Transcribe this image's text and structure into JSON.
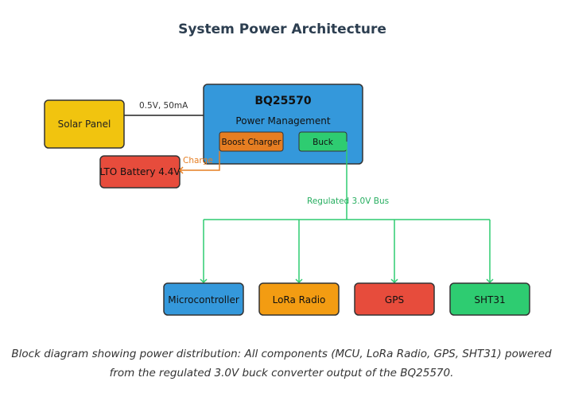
{
  "title": "System Power Architecture",
  "nodes": {
    "solar": "Solar Panel",
    "battery": "LTO Battery 4.4V",
    "pmic_title": "BQ25570",
    "pmic_subtitle": "Power Management",
    "boost": "Boost Charger",
    "buck": "Buck",
    "mcu": "Microcontroller",
    "lora": "LoRa Radio",
    "gps": "GPS",
    "sht31": "SHT31"
  },
  "edges": {
    "solar_input": "0.5V, 50mA",
    "charge": "Charge",
    "bus": "Regulated 3.0V Bus"
  },
  "caption_line1": "Block diagram showing power distribution: All components (MCU, LoRa Radio, GPS, SHT31) powered",
  "caption_line2": "from the regulated 3.0V buck converter output of the BQ25570.",
  "colors": {
    "solar": "#f1c40f",
    "battery": "#e74c3c",
    "pmic": "#3498db",
    "boost": "#e67e22",
    "buck": "#2ecc71",
    "bus": "#2ecc71",
    "charge": "#e67e22",
    "mcu": "#3498db",
    "lora": "#f39c12",
    "gps": "#e74c3c",
    "sht31": "#2ecc71"
  }
}
